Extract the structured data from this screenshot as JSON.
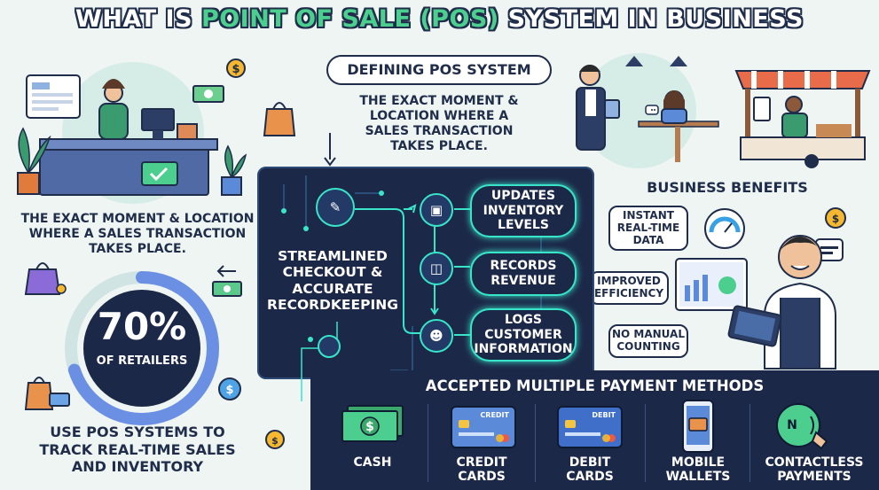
{
  "title": {
    "part1": "WHAT IS ",
    "highlight": "POINT OF SALE (POS)",
    "part2": " SYSTEM IN BUSINESS"
  },
  "defining": {
    "heading": "DEFINING POS SYSTEM",
    "text_lines": [
      "THE EXACT MOMENT &",
      "LOCATION WHERE A",
      "SALES TRANSACTION",
      "TAKES PLACE."
    ]
  },
  "left_text": {
    "lines": [
      "THE EXACT MOMENT & LOCATION",
      "WHERE A SALES TRANSACTION",
      "TAKES PLACE."
    ]
  },
  "stat": {
    "percent": "70%",
    "label": "OF RETAILERS",
    "fill_fraction": 0.7
  },
  "stat_caption": {
    "lines": [
      "USE POS SYSTEMS TO",
      "TRACK REAL-TIME SALES",
      "AND INVENTORY"
    ]
  },
  "center": {
    "lines": [
      "STREAMLINED",
      "CHECKOUT &",
      "ACCURATE",
      "RECORDKEEPING"
    ],
    "boxes": [
      {
        "lines": [
          "UPDATES",
          "INVENTORY",
          "LEVELS"
        ]
      },
      {
        "lines": [
          "RECORDS",
          "REVENUE"
        ]
      },
      {
        "lines": [
          "LOGS",
          "CUSTOMER",
          "INFORMATION"
        ]
      }
    ]
  },
  "benefits": {
    "heading": "BUSINESS BENEFITS",
    "items": [
      {
        "lines": [
          "INSTANT",
          "REAL-TIME",
          "DATA"
        ]
      },
      {
        "lines": [
          "IMPROVED",
          "EFFICIENCY"
        ]
      },
      {
        "lines": [
          "NO MANUAL",
          "COUNTING"
        ]
      }
    ]
  },
  "payments": {
    "heading": "ACCEPTED MULTIPLE PAYMENT METHODS",
    "methods": [
      {
        "lines": [
          "CASH"
        ]
      },
      {
        "lines": [
          "CREDIT",
          "CARDS"
        ],
        "card_text": "CREDIT"
      },
      {
        "lines": [
          "DEBIT",
          "CARDS"
        ],
        "card_text": "DEBIT"
      },
      {
        "lines": [
          "MOBILE",
          "WALLETS"
        ]
      },
      {
        "lines": [
          "CONTACTLESS",
          "PAYMENTS"
        ],
        "icon_text": "N"
      }
    ]
  },
  "colors": {
    "navy": "#1c2848",
    "teal": "#38e5c9",
    "green": "#4ccf8e",
    "bg": "#eef5f3"
  }
}
